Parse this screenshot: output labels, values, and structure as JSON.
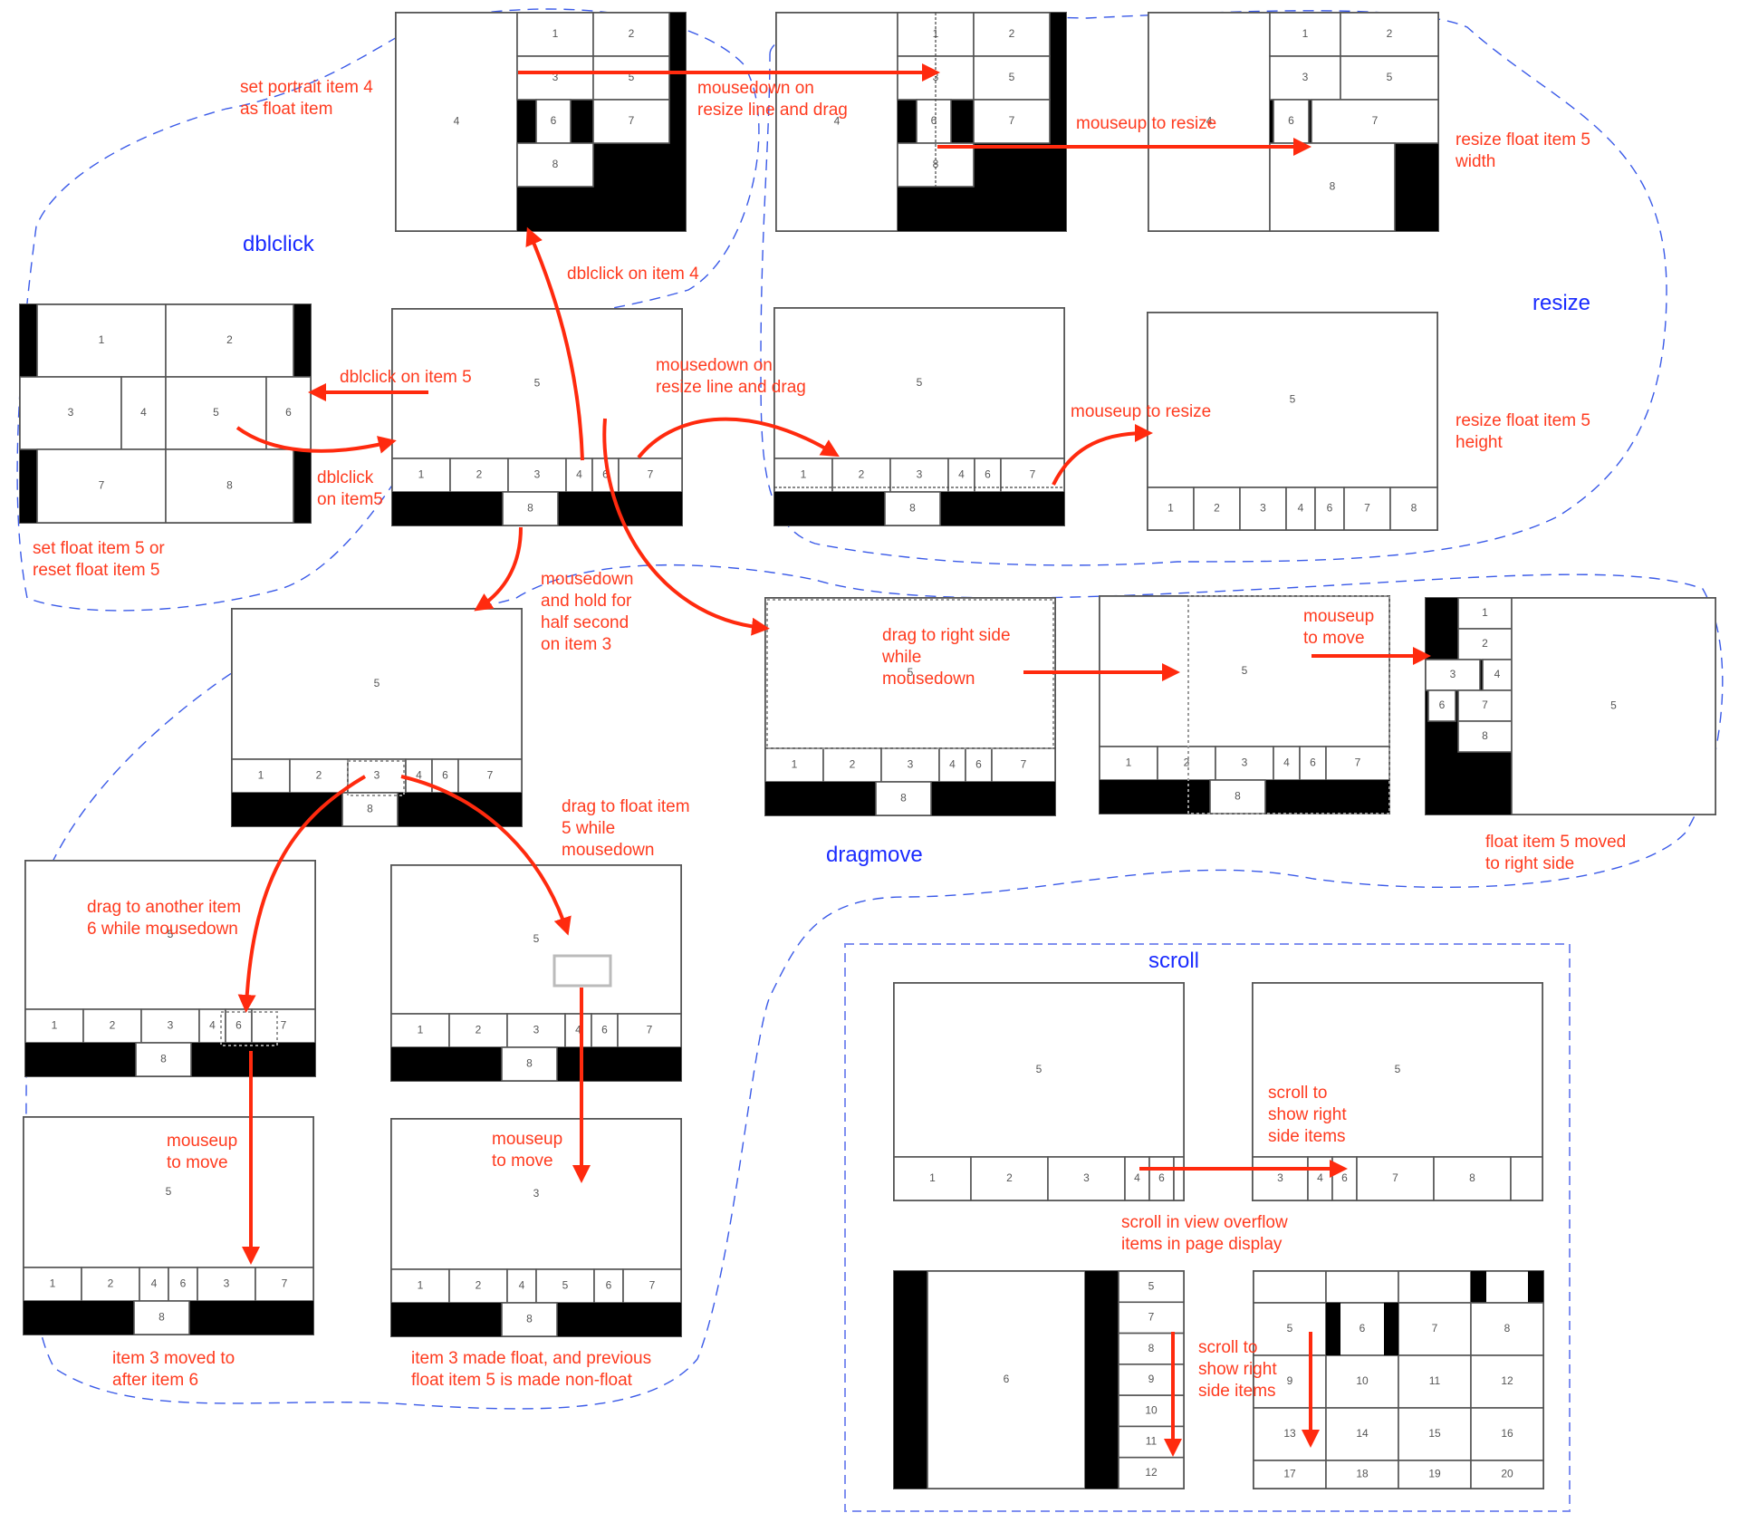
{
  "regions": {
    "dblclick": {
      "title": "dblclick"
    },
    "resize": {
      "title": "resize"
    },
    "dragmove": {
      "title": "dragmove"
    },
    "scroll": {
      "title": "scroll"
    }
  },
  "notes": {
    "set_portrait": [
      "set portrait item 4",
      "as float item"
    ],
    "dblclick_item4": [
      "dblclick on item 4"
    ],
    "dblclick_item5": [
      "dblclick on item 5"
    ],
    "dblclick_item5b": [
      "dblclick",
      "on item5"
    ],
    "set_reset_float": [
      "set float item 5 or",
      "reset float item 5"
    ],
    "mousedown_resize_top": [
      "mousedown on",
      "resize line and drag"
    ],
    "mouseup_resize_top": [
      "mouseup to resize"
    ],
    "resize_width": [
      "resize float item 5",
      "width"
    ],
    "mousedown_resize_bottom": [
      "mousedown on",
      "resize line and drag"
    ],
    "mouseup_resize_bottom": [
      "mouseup to resize"
    ],
    "resize_height": [
      "resize float item 5",
      "height"
    ],
    "hold_item3": [
      "mousedown",
      "and hold for",
      "half second",
      "on item 3"
    ],
    "drag_right": [
      "drag to right side",
      "while",
      "mousedown"
    ],
    "mouseup_move_right": [
      "mouseup",
      "to move"
    ],
    "float_moved_right": [
      "float item 5 moved",
      "to right side"
    ],
    "drag_float": [
      "drag to float item",
      "5 while",
      "mousedown"
    ],
    "drag_item6": [
      "drag to another item",
      "6 while mousedown"
    ],
    "mouseup_move_a": [
      "mouseup",
      "to move"
    ],
    "mouseup_move_b": [
      "mouseup",
      "to move"
    ],
    "item3_moved": [
      "item 3 moved to",
      "after item 6"
    ],
    "item3_float": [
      "item 3 made float, and previous",
      "float item 5 is made non-float"
    ],
    "scroll_right": [
      "scroll to",
      "show right",
      "side items"
    ],
    "scroll_overflow": [
      "scroll in view overflow",
      "items in page display"
    ],
    "scroll_down": [
      "scroll to",
      "show right",
      "side items"
    ]
  },
  "frames": {
    "portrait_float": [
      "4",
      "1",
      "2",
      "3",
      "5",
      "6",
      "7",
      "8"
    ],
    "portrait_resize_drag": [
      "4",
      "1",
      "2",
      "3",
      "5",
      "6",
      "7",
      "8"
    ],
    "portrait_resized": [
      "4",
      "1",
      "2",
      "3",
      "5",
      "6",
      "7",
      "8"
    ],
    "grid_reset": [
      "1",
      "2",
      "3",
      "4",
      "5",
      "6",
      "7",
      "8"
    ],
    "center_main": [
      "5",
      "1",
      "2",
      "3",
      "4",
      "6",
      "7",
      "8"
    ],
    "landscape_resize_drag": [
      "5",
      "1",
      "2",
      "3",
      "4",
      "6",
      "7",
      "8"
    ],
    "landscape_resized": [
      "5",
      "1",
      "2",
      "3",
      "4",
      "6",
      "7",
      "8"
    ],
    "hold_item3": [
      "5",
      "1",
      "2",
      "3",
      "4",
      "6",
      "7",
      "8"
    ],
    "drag_right": [
      "5",
      "1",
      "2",
      "3",
      "4",
      "6",
      "7",
      "8"
    ],
    "drag_right_preview": [
      "5",
      "1",
      "2",
      "3",
      "4",
      "6",
      "7",
      "8"
    ],
    "moved_right": [
      "1",
      "2",
      "3",
      "4",
      "6",
      "7",
      "8",
      "5"
    ],
    "drag_item6": [
      "5",
      "1",
      "2",
      "3",
      "4",
      "6",
      "7",
      "8"
    ],
    "drag_float": [
      "5",
      "1",
      "2",
      "3",
      "4",
      "6",
      "7",
      "8"
    ],
    "item3_after6": [
      "5",
      "1",
      "2",
      "4",
      "6",
      "3",
      "7",
      "8"
    ],
    "item3_floated": [
      "3",
      "1",
      "2",
      "4",
      "5",
      "6",
      "7",
      "8"
    ],
    "scroll_a": [
      "5",
      "1",
      "2",
      "3",
      "4",
      "6"
    ],
    "scroll_b": [
      "5",
      "3",
      "4",
      "6",
      "7",
      "8"
    ],
    "scroll_c": [
      "6",
      "5",
      "7",
      "8",
      "9",
      "10",
      "11",
      "12"
    ],
    "scroll_d": [
      "5",
      "6",
      "7",
      "8",
      "9",
      "10",
      "11",
      "12",
      "13",
      "14",
      "15",
      "16",
      "17",
      "18",
      "19",
      "20"
    ]
  }
}
